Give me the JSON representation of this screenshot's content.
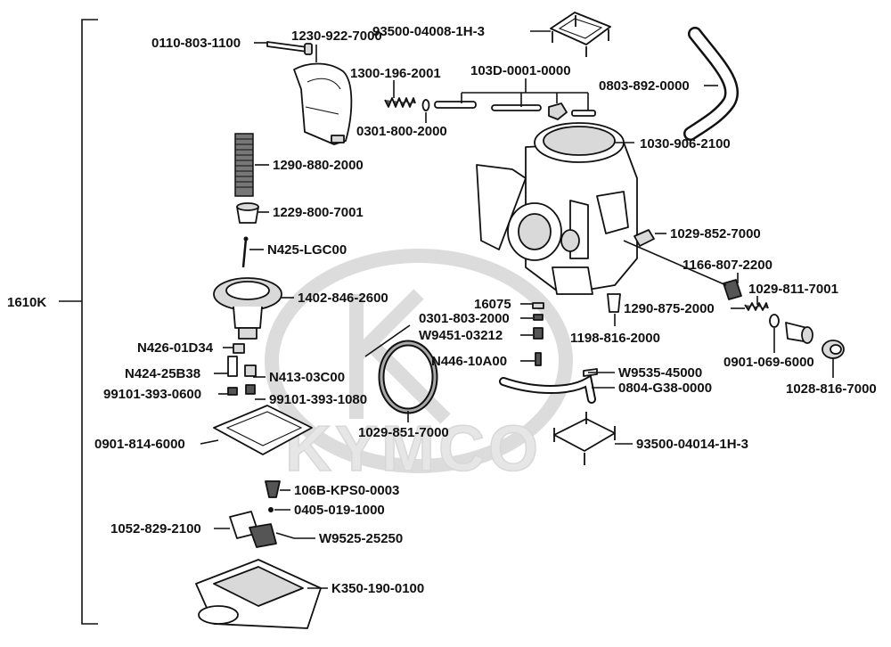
{
  "watermark": {
    "brand": "KYMCO"
  },
  "assembly": {
    "label": "1610K"
  },
  "parts": [
    "0110-803-1100",
    "1230-922-7000",
    "93500-04008-1H-3",
    "1300-196-2001",
    "103D-0001-0000",
    "0803-892-0000",
    "0301-800-2000",
    "1030-906-2100",
    "1290-880-2000",
    "1229-800-7001",
    "1029-852-7000",
    "N425-LGC00",
    "1166-807-2200",
    "1402-846-2600",
    "1029-811-7001",
    "16075",
    "1290-875-2000",
    "0301-803-2000",
    "W9451-03212",
    "1198-816-2000",
    "N426-01D34",
    "0901-069-6000",
    "N446-10A00",
    "N424-25B38",
    "N413-03C00",
    "W9535-45000",
    "1028-816-7000",
    "99101-393-0600",
    "99101-393-1080",
    "0804-G38-0000",
    "1029-851-7000",
    "0901-814-6000",
    "93500-04014-1H-3",
    "106B-KPS0-0003",
    "0405-019-1000",
    "1052-829-2100",
    "W9525-25250",
    "K350-190-0100"
  ]
}
